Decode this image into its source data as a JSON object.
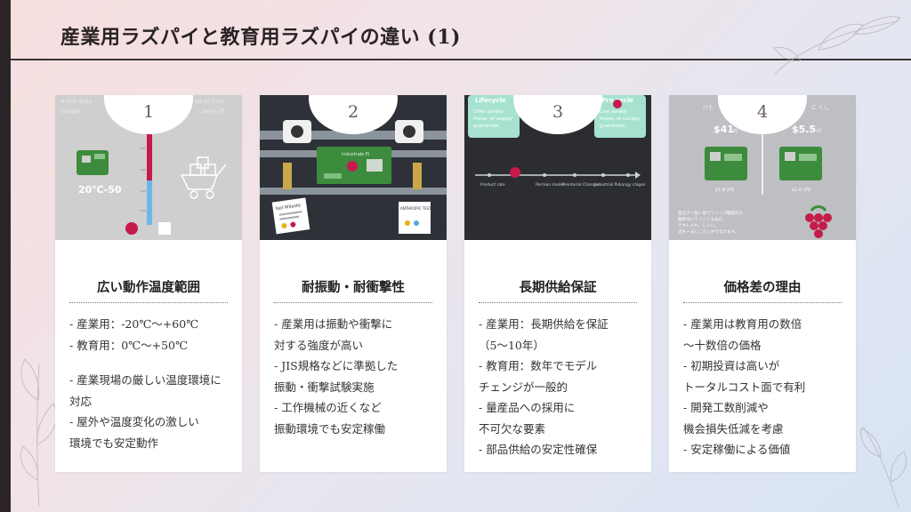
{
  "slide": {
    "title": "産業用ラズパイと教育用ラズパイの違い (1)"
  },
  "colors": {
    "accent_dark": "#2b2527",
    "card_bg": "#ffffff",
    "raspberry_red": "#c51a4a",
    "pcb_green": "#3d8b3d",
    "mint": "#a6e2cf"
  },
  "cards": [
    {
      "number": "1",
      "heading": "広い動作温度範囲",
      "lines": [
        "- 産業用：-20℃〜+60℃",
        "- 教育用：0℃〜+50℃",
        "",
        "- 産業現場の厳しい温度環境に",
        "対応",
        "- 屋外や温度変化の激しい",
        "環境でも安定動作"
      ],
      "image": {
        "caption_top_left": "A this wide",
        "caption_top_left2": "temper",
        "caption_top_right": "es of frem",
        "caption_top_right2": "berry Pi",
        "temp_label": "20℃-50"
      }
    },
    {
      "number": "2",
      "heading": "耐振動・耐衝撃性",
      "lines": [
        "- 産業用は振動や衝撃に",
        "対する強度が高い",
        "- JIS規格などに準拠した",
        "振動・衝撃試験実施",
        "- 工作機械の近くなど",
        "振動環境でも安定稼働"
      ],
      "image": {
        "board_label": "Industrale Pi",
        "doc_label": "Isol Wllaste",
        "doc_label2": "ANTHROPIC TEST"
      }
    },
    {
      "number": "3",
      "heading": "長期供給保証",
      "lines": [
        "- 産業用：長期供給を保証",
        "（5〜10年）",
        "- 教育用：数年でモデル",
        "チェンジが一般的",
        "- 量産品への採用に",
        "不可欠な要素",
        "- 部品供給の安定性確保"
      ],
      "image": {
        "box_left_title": "Lifecycle",
        "box_left_lines": [
          "Liffet asraily",
          "these, of supply",
          "guarantee."
        ],
        "box_right_title": "Pro cycle",
        "box_right_lines": [
          "Live asraily",
          "these, of sucipiy",
          "guarantee."
        ],
        "timeline": [
          "Product rate",
          "Pormon model",
          "Prentorial Changes",
          "Industrial Pis",
          "Longy clages"
        ]
      }
    },
    {
      "number": "4",
      "heading": "価格差の理由",
      "lines": [
        "- 産業用は教育用の数倍",
        "〜十数倍の価格",
        "- 初期投資は高いが",
        "トータルコスト面で有利",
        "- 開発工数削減や",
        "機会損失低減を考慮",
        "- 安定稼働による価値"
      ],
      "image": {
        "top_left": "けも",
        "top_right": "に くし",
        "price_left": "$41",
        "price_left_unit": "円",
        "price_right": "$5.5",
        "price_right_unit": "円",
        "sub_left": "$1.8 (円)",
        "sub_right": "$1.6 (円)",
        "note_lines": [
          "金記タイ枯ト屋でソイーブ雛技均ち、",
          "業新号いてイトしるぬた。",
          "ですレドれ、しいい。",
          "虎ちーまレこたいかでなけます。"
        ]
      }
    }
  ]
}
